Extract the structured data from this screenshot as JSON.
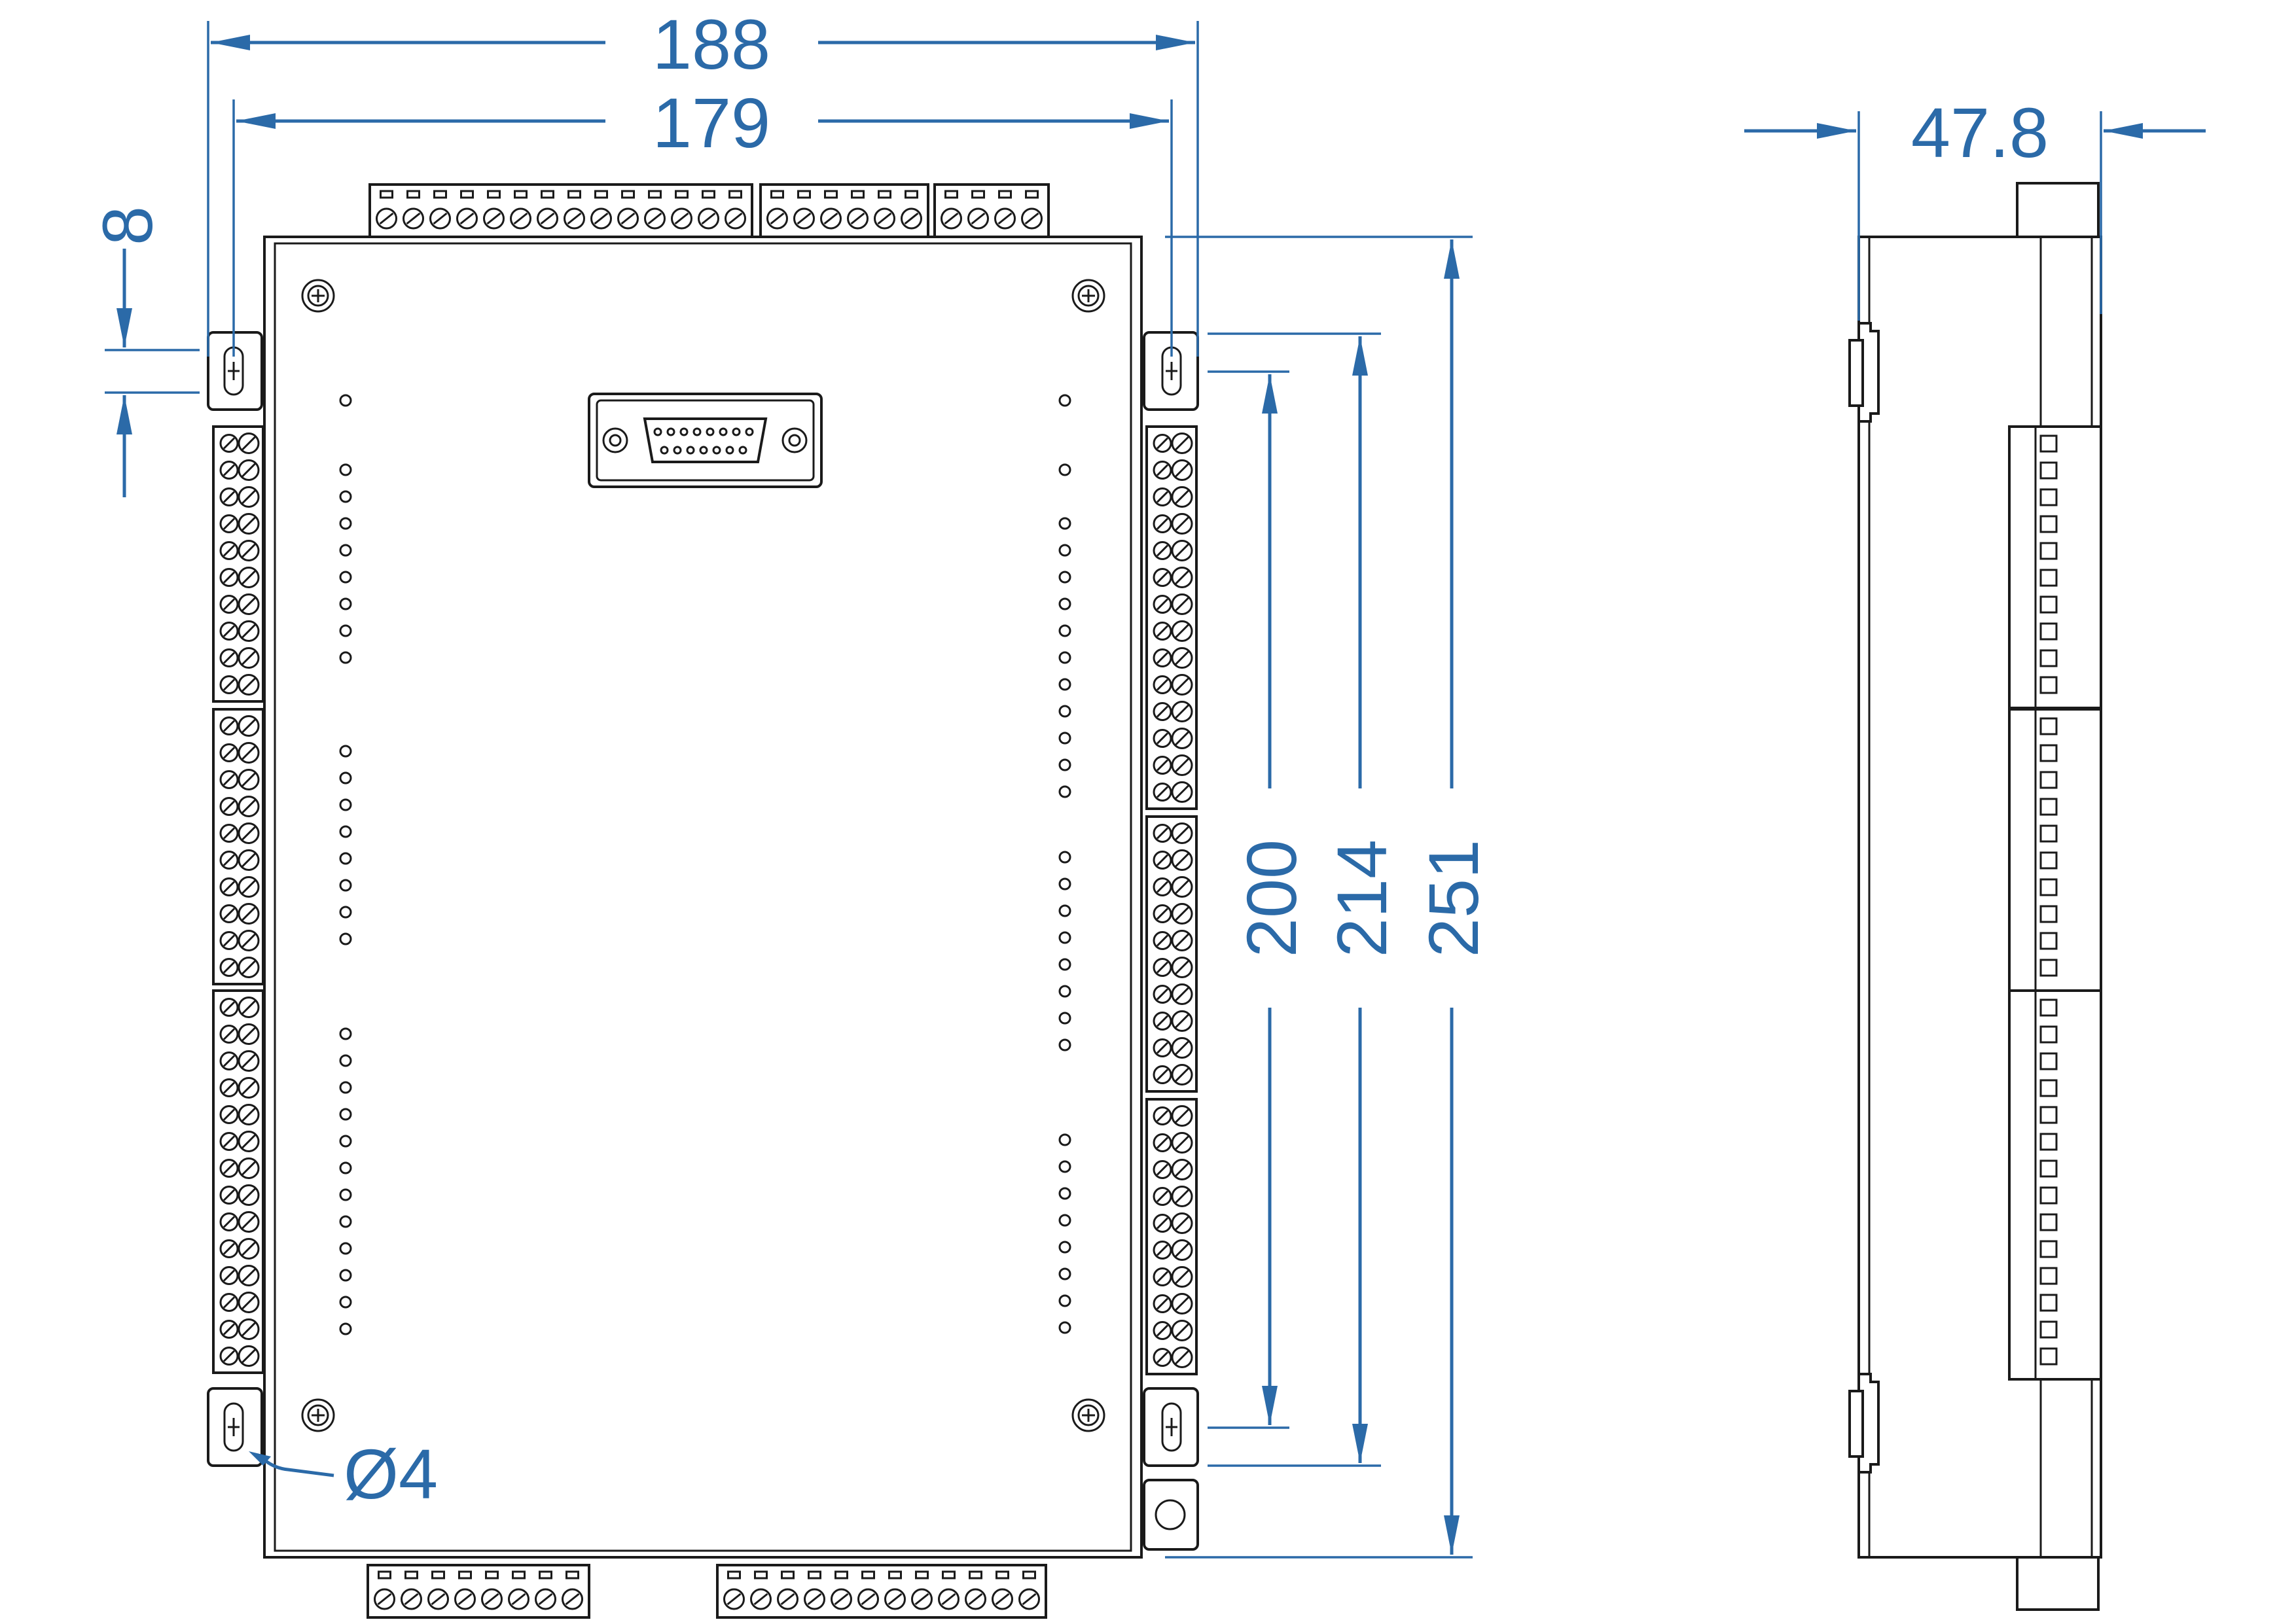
{
  "dimensions": {
    "overall_width": "188",
    "hole_spacing_width": "179",
    "hole_offset": "8",
    "depth": "47.8",
    "hole_spacing_height": "200",
    "mount_height": "214",
    "overall_height": "251",
    "hole_diameter": "Ø4"
  },
  "colors": {
    "dimension": "#2b6aa8",
    "outline": "#1a1a1a",
    "background": "#ffffff"
  },
  "icons": {
    "connector": "db15-connector-icon",
    "screw": "screw-icon",
    "terminal": "screw-terminal-icon",
    "mount_hole": "mounting-hole-icon"
  }
}
